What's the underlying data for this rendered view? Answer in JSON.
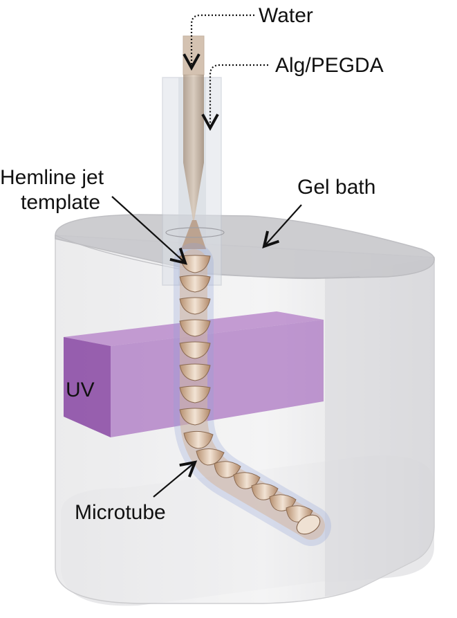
{
  "labels": {
    "water": "Water",
    "alg_pegda": "Alg/PEGDA",
    "hemline_line1": "Hemline jet",
    "hemline_line2": "template",
    "gel_bath": "Gel bath",
    "uv": "UV",
    "microtube": "Microtube"
  },
  "colors": {
    "bath_fill": "#d3d3d6",
    "bath_stroke": "#b9b9bd",
    "uv_fill": "#9b59b6",
    "inner_capillary": "#c7b29e",
    "outer_capillary": "#cdd3dc",
    "segment": "#c9a48a",
    "tube_glow": "#8a9fd6",
    "text": "#111111"
  }
}
